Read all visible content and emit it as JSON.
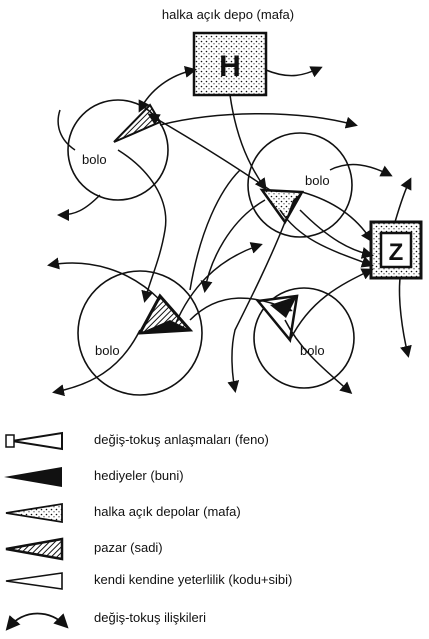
{
  "diagram": {
    "store_label": "halka açık depo (mafa)",
    "bolo_labels": [
      "bolo",
      "bolo",
      "bolo",
      "bolo"
    ],
    "store_symbol_1": "H",
    "store_symbol_2": "Z"
  },
  "legend": [
    {
      "icon": "open-cone-icon",
      "text": "değiş-tokuş anlaşmaları (feno)"
    },
    {
      "icon": "solid-cone-icon",
      "text": "hediyeler (buni)"
    },
    {
      "icon": "dotted-cone-icon",
      "text": "halka açık depolar (mafa)"
    },
    {
      "icon": "hatched-cone-icon",
      "text": "pazar (sadi)"
    },
    {
      "icon": "outline-cone-icon",
      "text": "kendi kendine yeterlilik (kodu+sibi)"
    },
    {
      "icon": "double-arrow-icon",
      "text": "değiş-tokuş ilişkileri"
    }
  ],
  "colors": {
    "ink": "#111111",
    "paper": "#ffffff"
  }
}
